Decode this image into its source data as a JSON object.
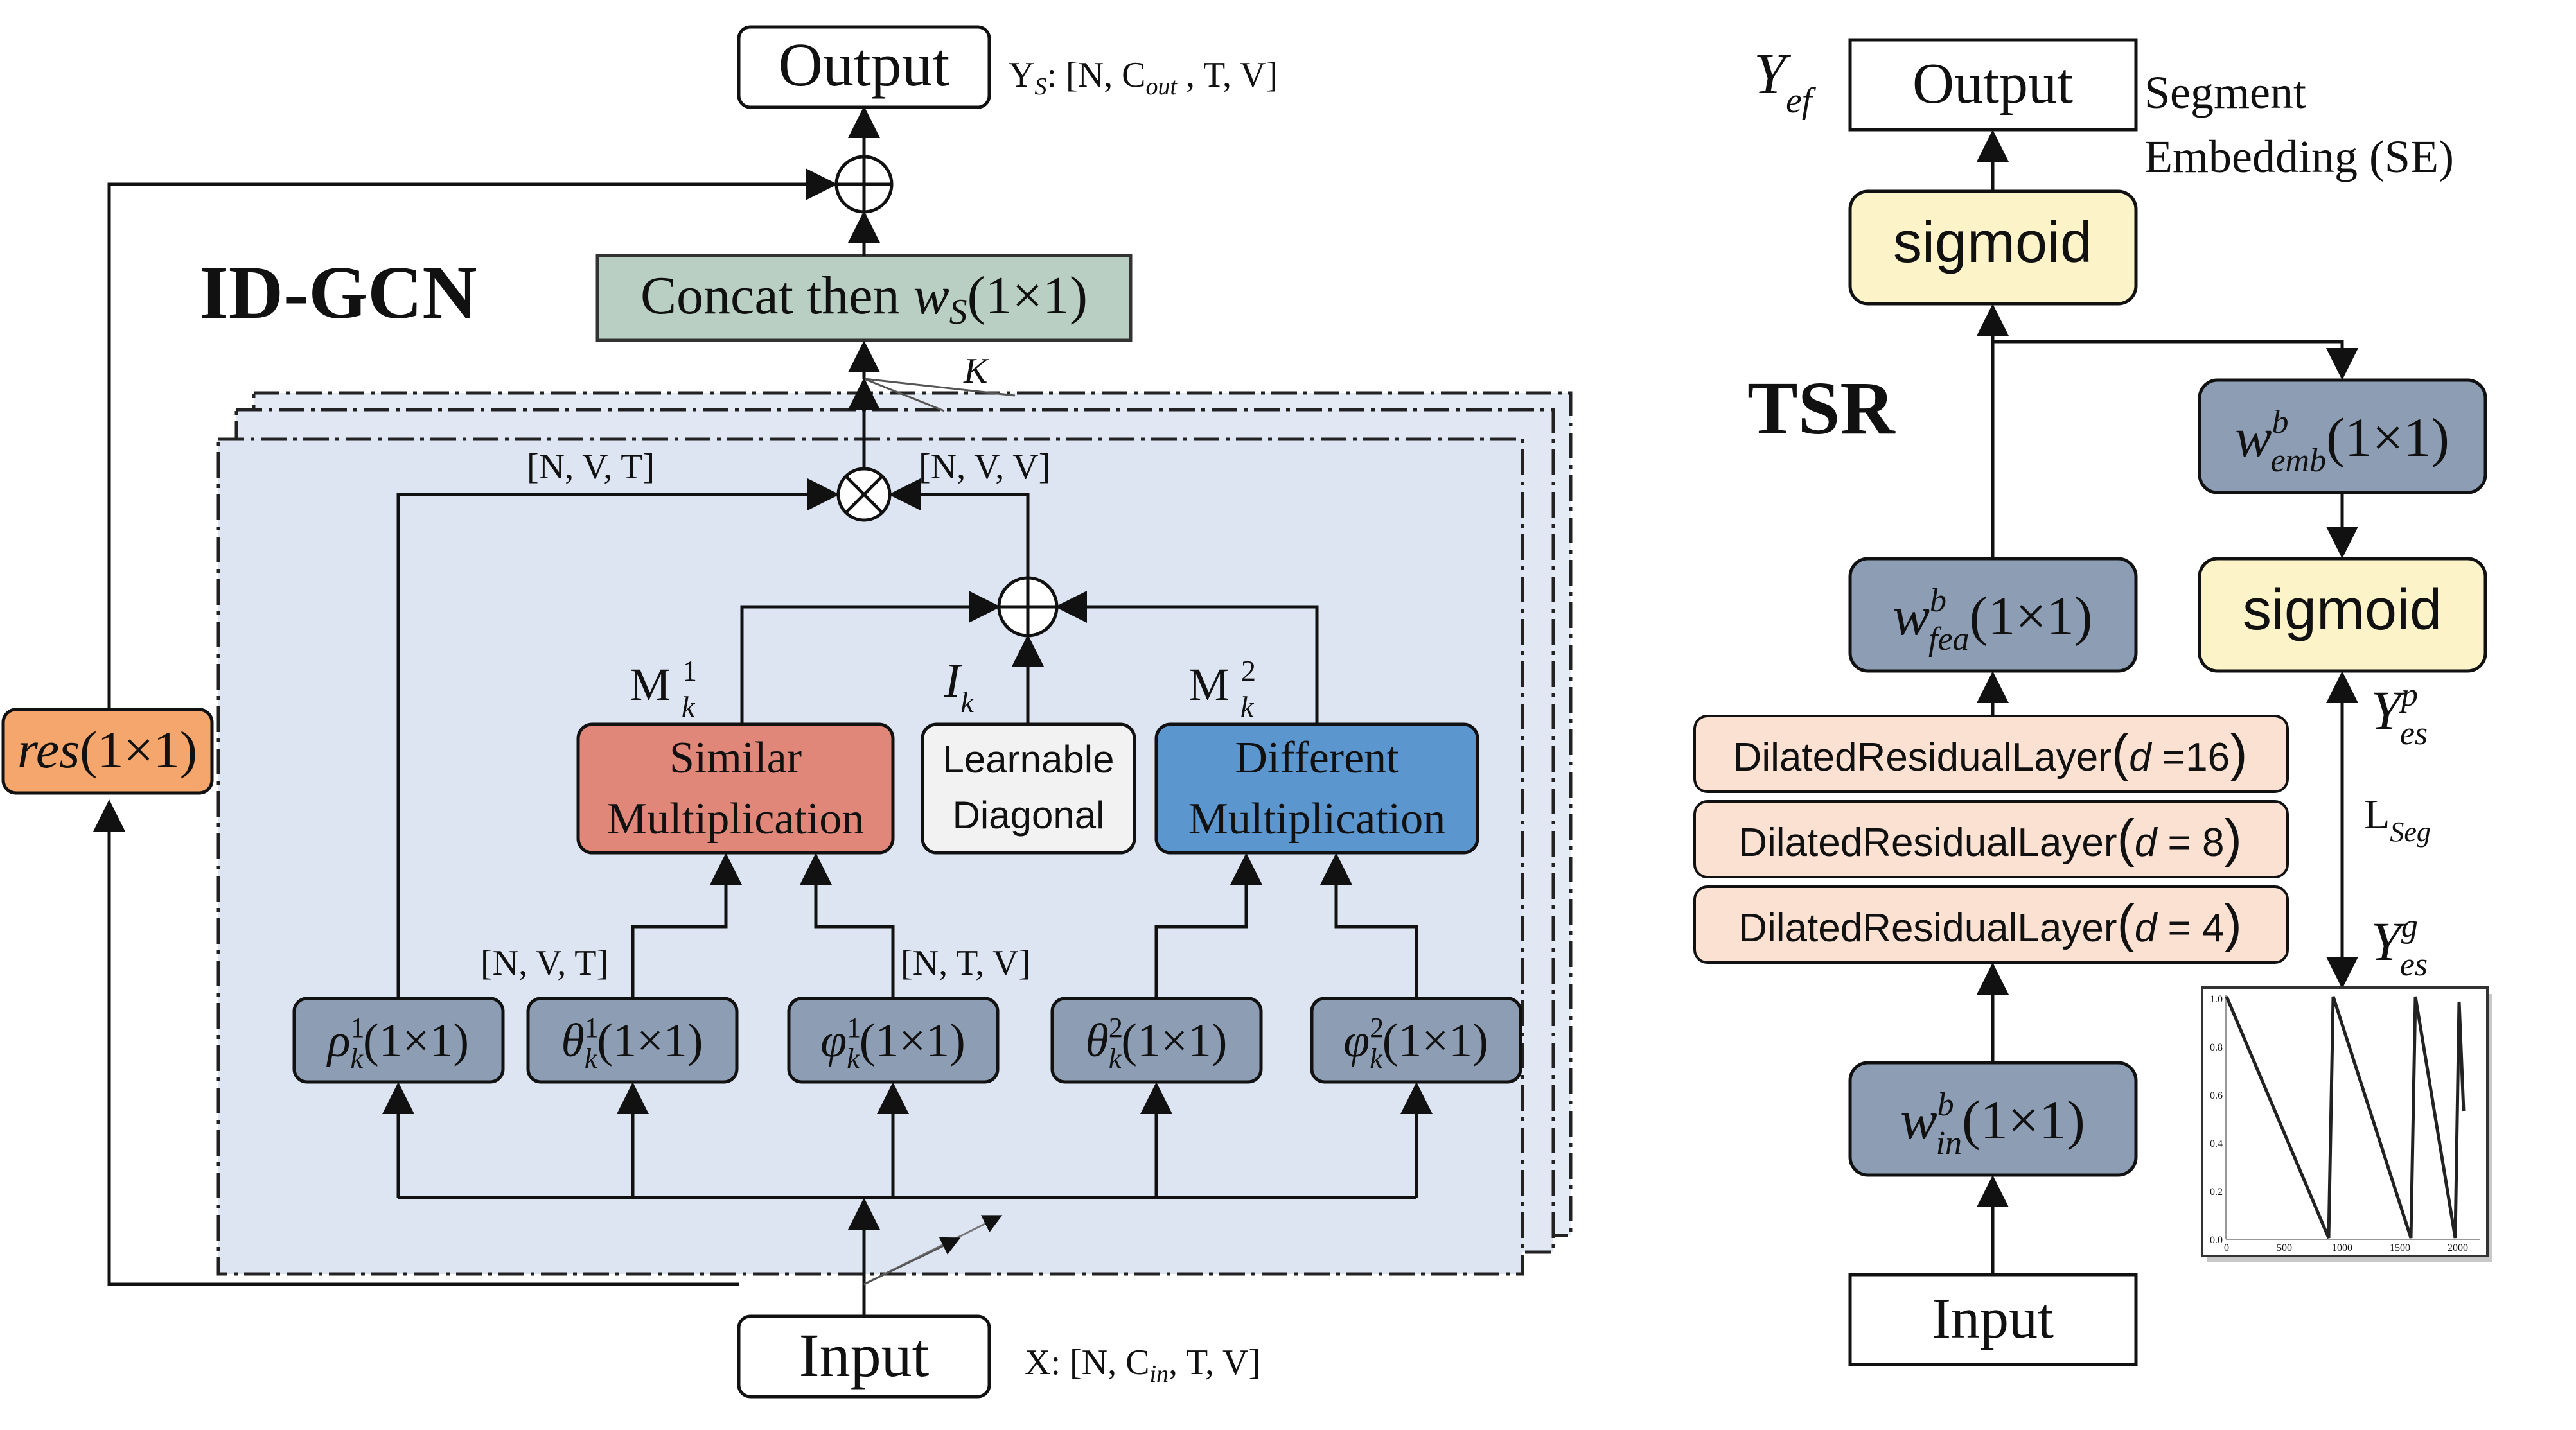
{
  "left": {
    "title": "ID-GCN",
    "output_label": "Output",
    "input_label": "Input",
    "output_shape": {
      "prefix": "Y",
      "sub": "S",
      "mid": ": [N, C",
      "sub2": "out",
      "suffix": " , T, V]"
    },
    "input_shape": {
      "prefix": "X: [N, C",
      "sub": "in",
      "suffix": ", T, V]"
    },
    "concat": {
      "text": "Concat then ",
      "w": "w",
      "sub": "S",
      "suffix": "(1×1)"
    },
    "k_label": "K",
    "res": {
      "name": "res",
      "suffix": "(1×1)"
    },
    "shape_nvt_top": "[N, V, T]",
    "shape_nvv": "[N, V, V]",
    "shape_nvt_mid": "[N, V, T]",
    "shape_ntv": "[N, T, V]",
    "m1": {
      "M": "M",
      "sup": "1",
      "sub": "k"
    },
    "ik": {
      "I": "I",
      "sub": "k"
    },
    "m2": {
      "M": "M",
      "sup": "2",
      "sub": "k"
    },
    "similar": [
      "Similar",
      "Multiplication"
    ],
    "learnable": [
      "Learnable",
      "Diagonal"
    ],
    "different": [
      "Different",
      "Multiplication"
    ],
    "convs": [
      {
        "sym": "ρ",
        "sup": "1",
        "sub": "k",
        "suffix": "(1×1)"
      },
      {
        "sym": "θ",
        "sup": "1",
        "sub": "k",
        "suffix": "(1×1)"
      },
      {
        "sym": "φ",
        "sup": "1",
        "sub": "k",
        "suffix": "(1×1)"
      },
      {
        "sym": "θ",
        "sup": "2",
        "sub": "k",
        "suffix": "(1×1)"
      },
      {
        "sym": "φ",
        "sup": "2",
        "sub": "k",
        "suffix": "(1×1)"
      }
    ]
  },
  "right": {
    "title": "TSR",
    "output_label": "Output",
    "input_label": "Input",
    "yef": {
      "Y": "Y",
      "sub": "ef"
    },
    "se_label": [
      "Segment",
      "Embedding (SE)"
    ],
    "sigmoid_top": "sigmoid",
    "sigmoid_right": "sigmoid",
    "w_emb": {
      "w": "w",
      "sup": "b",
      "sub": "emb",
      "suffix": "(1×1)"
    },
    "w_fea": {
      "w": "w",
      "sup": "b",
      "sub": "fea",
      "suffix": "(1×1)"
    },
    "w_in": {
      "w": "w",
      "sup": "b",
      "sub": "in",
      "suffix": "(1×1)"
    },
    "dilated": [
      {
        "text": "DilatedResidualLayer",
        "d": "d",
        "value": "16"
      },
      {
        "text": "DilatedResidualLayer",
        "d": "d",
        "value": "8"
      },
      {
        "text": "DilatedResidualLayer",
        "d": "d",
        "value": "4"
      }
    ],
    "yesp": {
      "Y": "Y",
      "sup": "p",
      "sub": "es"
    },
    "lseg": {
      "L": "L",
      "sub": "Seg"
    },
    "yesg": {
      "Y": "Y",
      "sup": "g",
      "sub": "es"
    },
    "mini_chart": {
      "yticks": [
        "1.0",
        "0.8",
        "0.6",
        "0.4",
        "0.2",
        "0.0"
      ],
      "xticks": [
        "0",
        "500",
        "1000",
        "1500",
        "2000"
      ]
    }
  },
  "colors": {
    "bg_panel": "#dde5f3",
    "conv_box": "#8d9db3",
    "similar": "#e0877a",
    "different": "#5b96ce",
    "learnable": "#f2f2f2",
    "concat": "#b9cfc4",
    "res": "#f4a66c",
    "sigmoid": "#fdf3c9",
    "dilated": "#fbe1d2"
  }
}
